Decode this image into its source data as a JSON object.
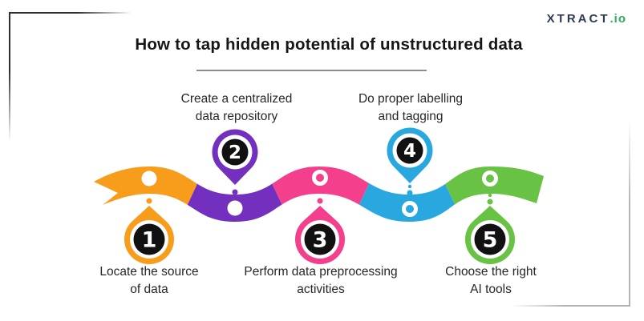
{
  "logo": {
    "text_main": "XTRACT",
    "text_suffix": ".io",
    "color_main": "#2d3b50",
    "color_suffix": "#27ae60"
  },
  "header": {
    "title": "How to tap hidden potential of unstructured data"
  },
  "steps": [
    {
      "number": "1",
      "color": "#f89c1c",
      "position": "below",
      "label_line1": "Locate the source",
      "label_line2": "of data"
    },
    {
      "number": "2",
      "color": "#7330bf",
      "position": "above",
      "label_line1": "Create a centralized",
      "label_line2": "data repository"
    },
    {
      "number": "3",
      "color": "#f43f8c",
      "position": "below",
      "label_line1": "Perform data preprocessing",
      "label_line2": "activities"
    },
    {
      "number": "4",
      "color": "#29a8e0",
      "position": "above",
      "label_line1": "Do proper labelling",
      "label_line2": "and tagging"
    },
    {
      "number": "5",
      "color": "#68c244",
      "position": "below",
      "label_line1": "Choose the right",
      "label_line2": "AI tools"
    }
  ]
}
